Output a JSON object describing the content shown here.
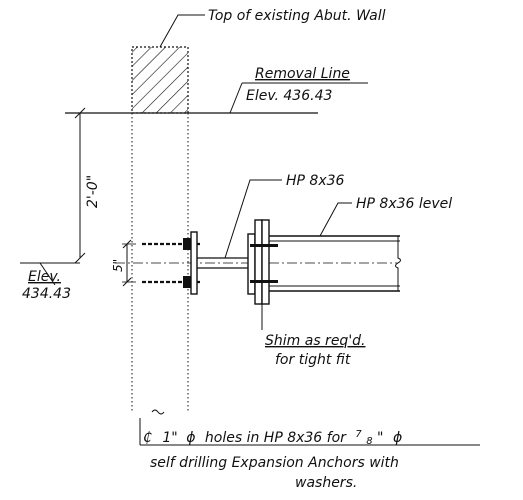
{
  "labels": {
    "top_wall": "Top of existing Abut. Wall",
    "removal_line": "Removal Line",
    "removal_elev": "Elev. 436.43",
    "dim_2ft": "2'-0\"",
    "dim_5in": "5\"",
    "elev_word": "Elev.",
    "elev_value": "434.43",
    "hp_top": "HP 8x36",
    "hp_level": "HP 8x36 level",
    "shim_line1": "Shim as req'd.",
    "shim_line2": "for tight fit",
    "note_centerline": "₵",
    "note_line1_a": "1\"",
    "note_phi": "ϕ",
    "note_line1_b": "holes in HP 8x36 for",
    "note_frac_num": "7",
    "note_frac_den": "8",
    "note_inch": "\"",
    "note_phi2": "ϕ",
    "note_line2": "self drilling Expansion Anchors with",
    "note_line3": "washers."
  }
}
